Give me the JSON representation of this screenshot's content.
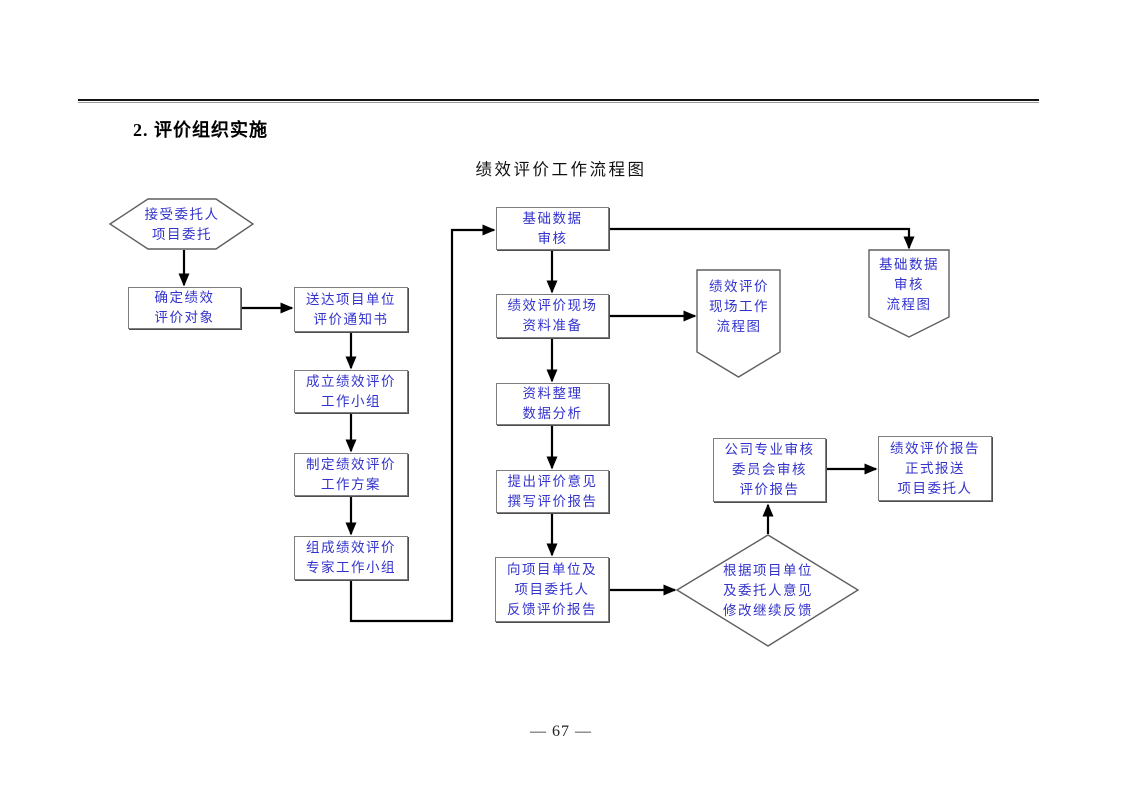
{
  "page": {
    "heading": "2. 评价组织实施",
    "diagram_title": "绩效评价工作流程图",
    "page_number": "— 67 —"
  },
  "flowchart": {
    "colors": {
      "node_text": "#3333cc",
      "node_border": "#7d7d7d",
      "shape_border": "#5f5f5f",
      "arrow": "#000000"
    },
    "nodes": {
      "accept_commission": {
        "shape": "hexagon",
        "label": "接受委托人\n项目委托"
      },
      "determine_object": {
        "shape": "rect",
        "label": "确定绩效\n评价对象"
      },
      "deliver_notice": {
        "shape": "rect",
        "label": "送达项目单位\n评价通知书"
      },
      "establish_workgroup": {
        "shape": "rect",
        "label": "成立绩效评价\n工作小组"
      },
      "formulate_plan": {
        "shape": "rect",
        "label": "制定绩效评价\n工作方案"
      },
      "expert_workgroup": {
        "shape": "rect",
        "label": "组成绩效评价\n专家工作小组"
      },
      "basic_data_review": {
        "shape": "rect",
        "label": "基础数据\n审核"
      },
      "site_material_prep": {
        "shape": "rect",
        "label": "绩效评价现场\n资料准备"
      },
      "site_work_flowchart": {
        "shape": "pentagon",
        "label": "绩效评价\n现场工作\n流程图"
      },
      "basic_data_review_flowchart": {
        "shape": "pentagon",
        "label": "基础数据\n审核\n流程图"
      },
      "data_analysis": {
        "shape": "rect",
        "label": "资料整理\n数据分析"
      },
      "draft_report": {
        "shape": "rect",
        "label": "提出评价意见\n撰写评价报告"
      },
      "feedback_report": {
        "shape": "rect",
        "label": "向项目单位及\n项目委托人\n反馈评价报告"
      },
      "revise_feedback_decision": {
        "shape": "diamond",
        "label": "根据项目单位\n及委托人意见\n修改继续反馈"
      },
      "committee_review": {
        "shape": "rect",
        "label": "公司专业审核\n委员会审核\n评价报告"
      },
      "formal_submission": {
        "shape": "rect",
        "label": "绩效评价报告\n正式报送\n项目委托人"
      }
    }
  }
}
